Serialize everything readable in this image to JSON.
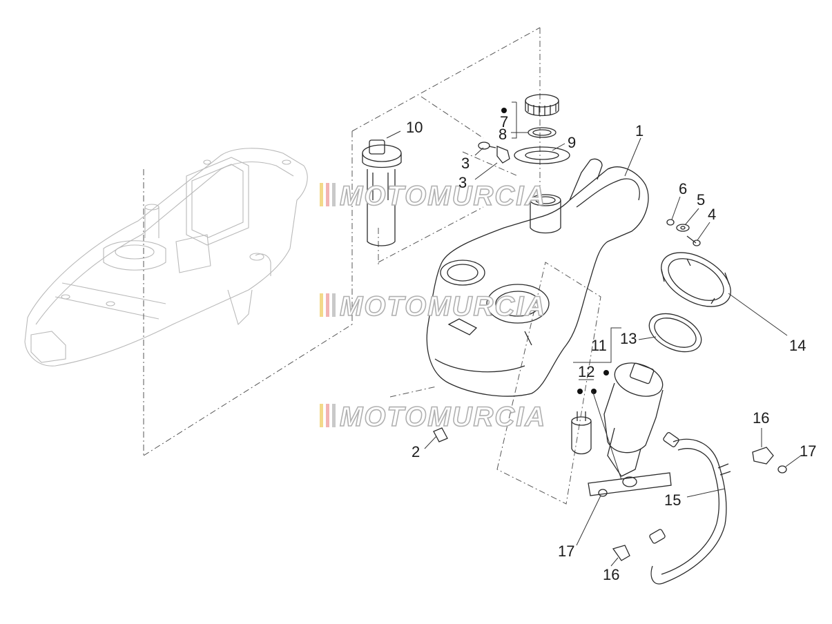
{
  "watermark": {
    "text": "MOTOMURCIA",
    "stripe_colors": [
      "#f3d98a",
      "#f2b3b3",
      "#c9c9c9"
    ]
  },
  "callouts": [
    {
      "id": "c1",
      "text": "1"
    },
    {
      "id": "c2",
      "text": "2"
    },
    {
      "id": "c3",
      "text": "3"
    },
    {
      "id": "c3b",
      "text": "3"
    },
    {
      "id": "c4",
      "text": "4"
    },
    {
      "id": "c5",
      "text": "5"
    },
    {
      "id": "c6",
      "text": "6"
    },
    {
      "id": "c7",
      "text": "7"
    },
    {
      "id": "c8",
      "text": "8"
    },
    {
      "id": "c9",
      "text": "9"
    },
    {
      "id": "c10",
      "text": "10"
    },
    {
      "id": "c11",
      "text": "11"
    },
    {
      "id": "c12",
      "text": "12"
    },
    {
      "id": "c13",
      "text": "13"
    },
    {
      "id": "c14",
      "text": "14"
    },
    {
      "id": "c15",
      "text": "15"
    },
    {
      "id": "c16a",
      "text": "16"
    },
    {
      "id": "c16b",
      "text": "16"
    },
    {
      "id": "c17a",
      "text": "17"
    },
    {
      "id": "c17b",
      "text": "17"
    }
  ]
}
